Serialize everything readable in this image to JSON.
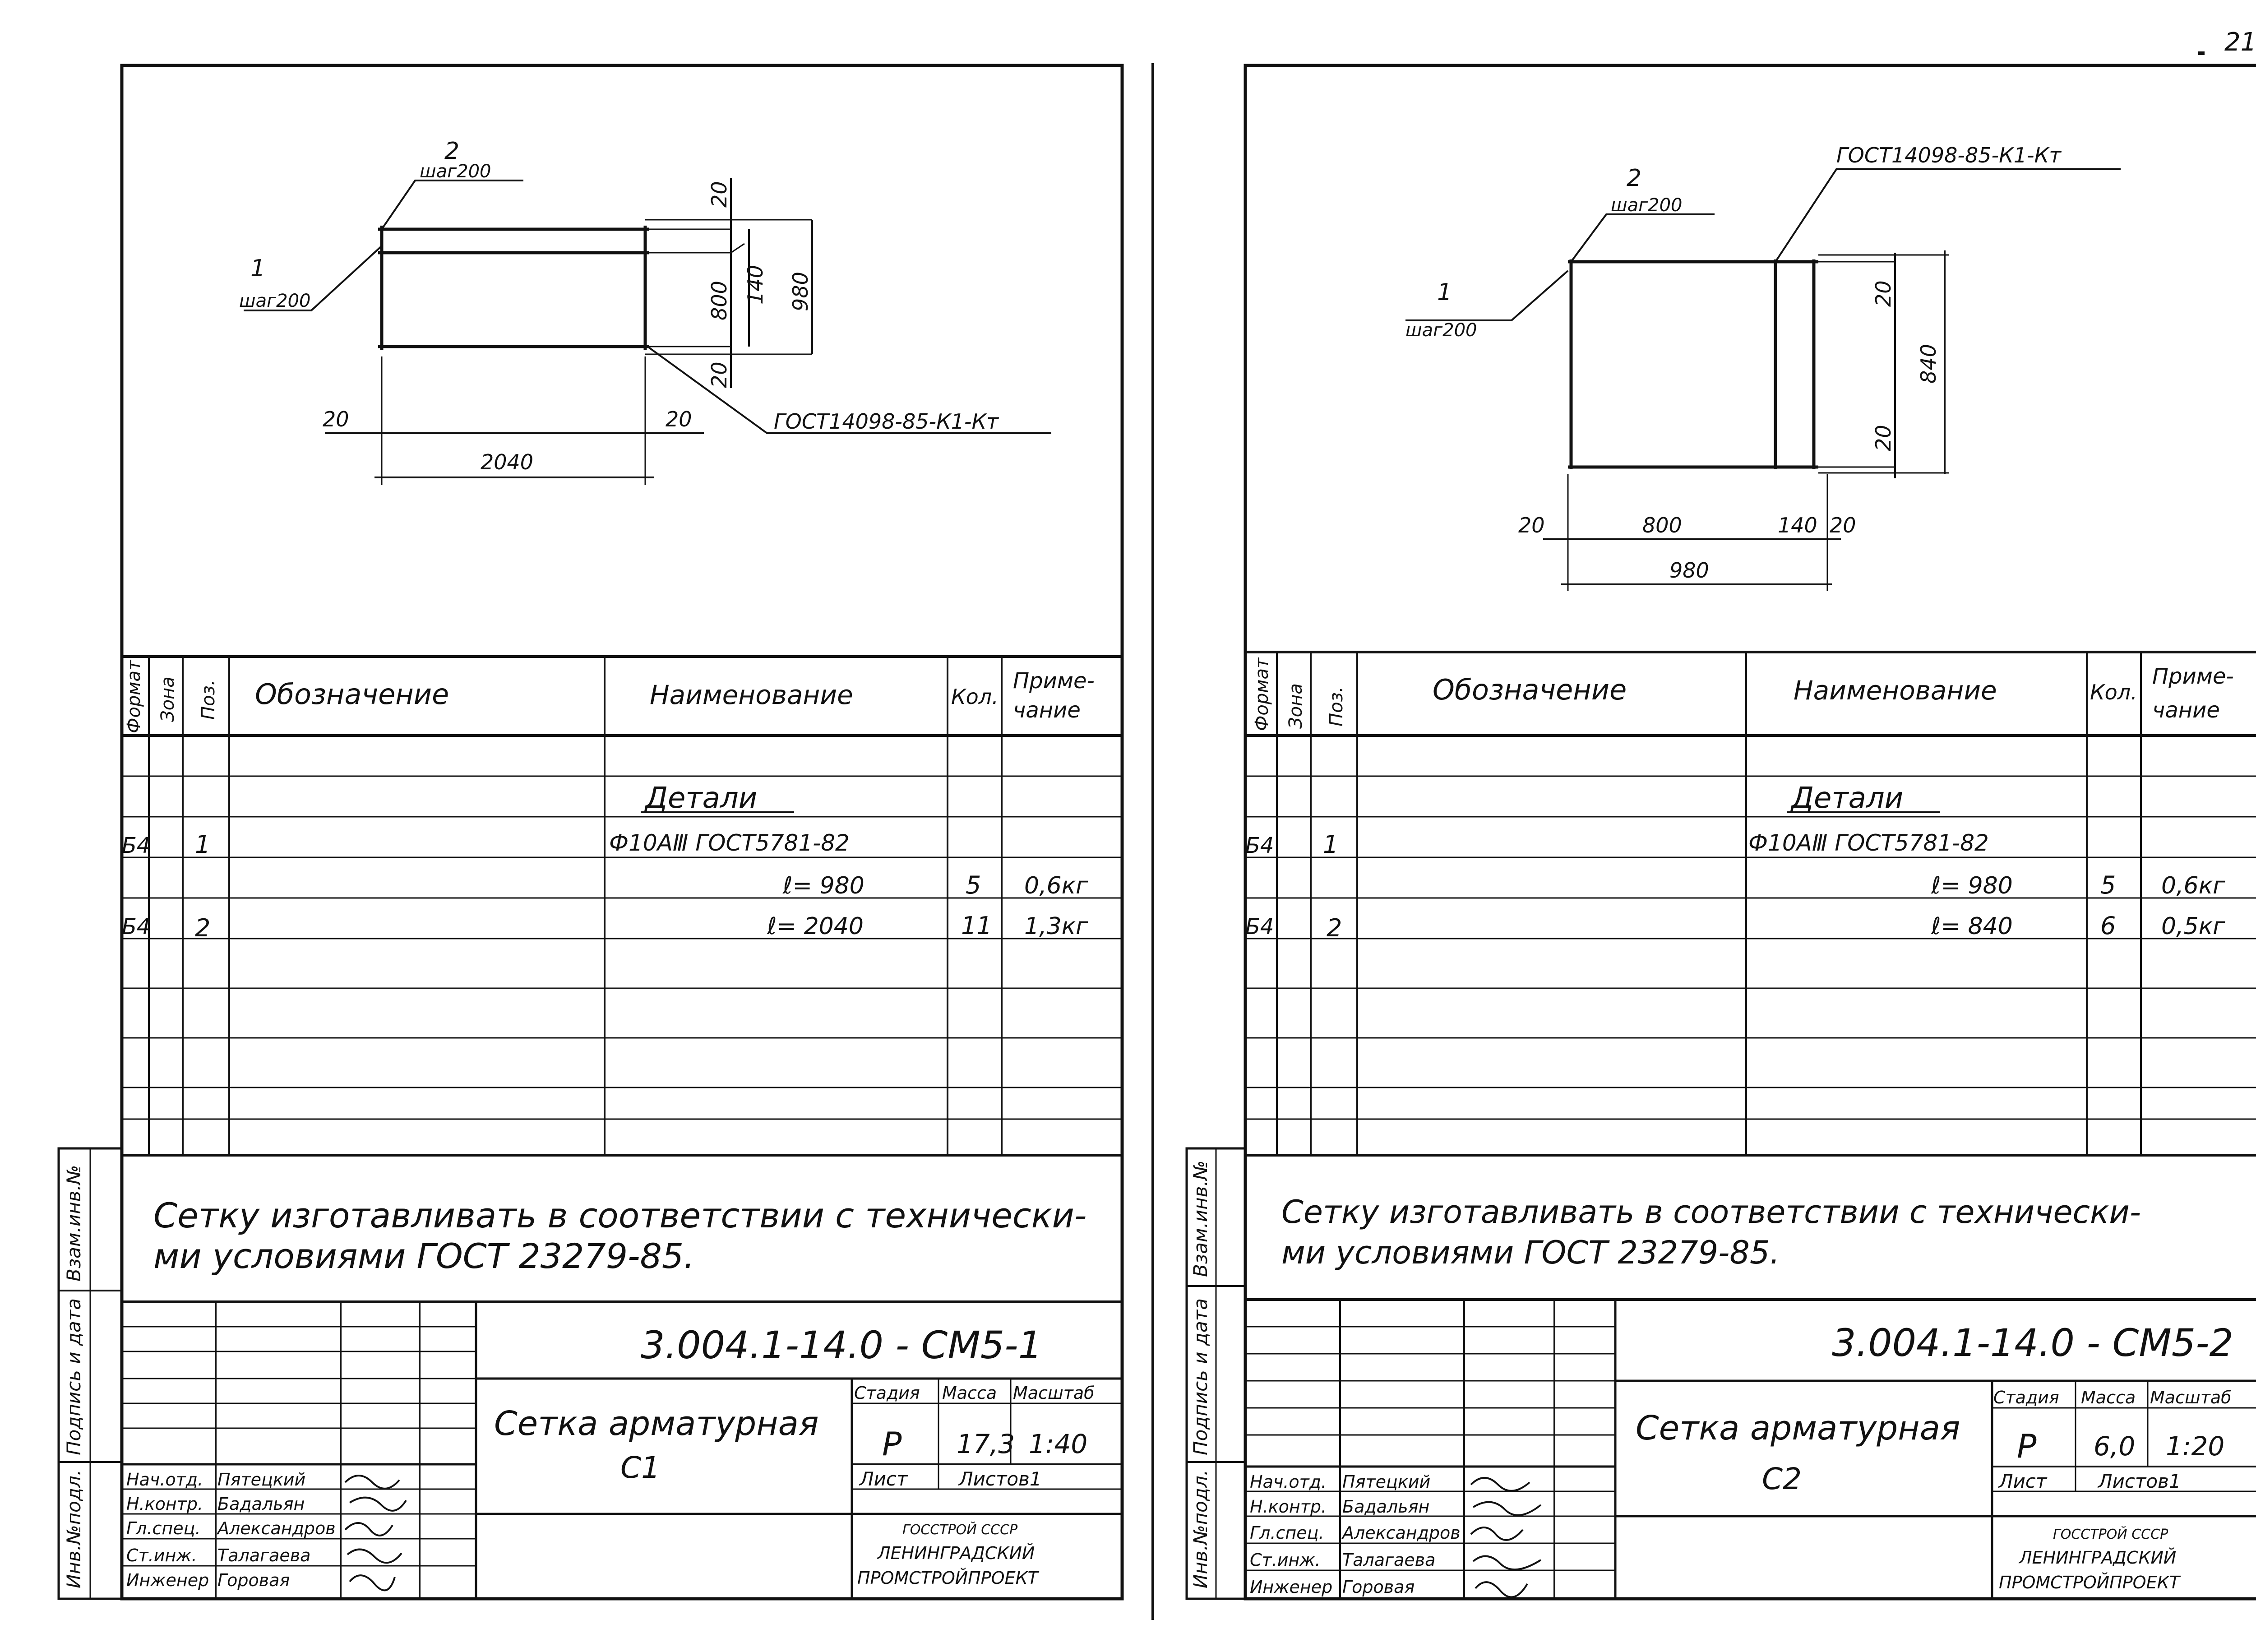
{
  "page_number": "21",
  "sheets": [
    {
      "id": "sheet-left",
      "drawing": {
        "pos1_label": "1",
        "pos1_step": "шаг200",
        "pos2_label": "2",
        "pos2_step": "шаг200",
        "gost_weld": "ГОСТ14098-85-К1-Кт",
        "dim_20_top": "20",
        "dim_800": "800",
        "dim_140": "140",
        "dim_980": "980",
        "dim_20_mid": "20",
        "dim_20_left": "20",
        "dim_20_right": "20",
        "dim_2040": "2040"
      },
      "spec": {
        "headers": {
          "format": "Формат",
          "zone": "Зона",
          "pos": "Поз.",
          "designation": "Обозначение",
          "name": "Наименование",
          "qty": "Кол.",
          "note_line1": "Приме-",
          "note_line2": "чание"
        },
        "section_title": "Детали",
        "rows": [
          {
            "format": "Б4",
            "pos": "1",
            "name": "Ф10АⅢ ГОСТ5781-82",
            "qty": "",
            "note": ""
          },
          {
            "format": "",
            "pos": "",
            "name": "ℓ= 980",
            "qty": "5",
            "note": "0,6кг"
          },
          {
            "format": "Б4",
            "pos": "2",
            "name": "ℓ= 2040",
            "qty": "11",
            "note": "1,3кг"
          }
        ]
      },
      "note_line1": "Сетку  изготавливать  в  соответствии  с  технически-",
      "note_line2": "ми    условиями     ГОСТ 23279-85.",
      "side_labels": {
        "inv_podl": "Инв.№подл.",
        "podpis_data": "Подпись и дата",
        "vzam_inv": "Взам.инв.№"
      },
      "title_block": {
        "code": "3.004.1-14.0 - СМ5-1",
        "title_line1": "Сетка  арматурная",
        "title_line2": "С1",
        "stage_label": "Стадия",
        "mass_label": "Масса",
        "scale_label": "Масштаб",
        "stage": "Р",
        "mass": "17,3",
        "scale": "1:40",
        "sheet_label": "Лист",
        "sheets_label": "Листов1",
        "org_line1": "ГОССТРОЙ СССР",
        "org_line2": "ЛЕНИНГРАДСКИЙ",
        "org_line3": "ПРОМСТРОЙПРОЕКТ",
        "signatures": [
          {
            "role": "Нач.отд.",
            "name": "Пятецкий"
          },
          {
            "role": "Н.контр.",
            "name": "Бадальян"
          },
          {
            "role": "Гл.спец.",
            "name": "Александров"
          },
          {
            "role": "Ст.инж.",
            "name": "Талагаева"
          },
          {
            "role": "Инженер",
            "name": "Горовая"
          }
        ]
      }
    },
    {
      "id": "sheet-right",
      "drawing": {
        "pos1_label": "1",
        "pos1_step": "шаг200",
        "pos2_label": "2",
        "pos2_step": "шаг200",
        "gost_weld": "ГОСТ14098-85-К1-Кт",
        "dim_20_top": "20",
        "dim_840": "840",
        "dim_20_bottom": "20",
        "dim_20_left": "20",
        "dim_800": "800",
        "dim_140": "140",
        "dim_20_right": "20",
        "dim_980": "980"
      },
      "spec": {
        "headers": {
          "format": "Формат",
          "zone": "Зона",
          "pos": "Поз.",
          "designation": "Обозначение",
          "name": "Наименование",
          "qty": "Кол.",
          "note_line1": "Приме-",
          "note_line2": "чание"
        },
        "section_title": "Детали",
        "rows": [
          {
            "format": "Б4",
            "pos": "1",
            "name": "Ф10АⅢ ГОСТ5781-82",
            "qty": "",
            "note": ""
          },
          {
            "format": "",
            "pos": "",
            "name": "ℓ= 980",
            "qty": "5",
            "note": "0,6кг"
          },
          {
            "format": "Б4",
            "pos": "2",
            "name": "ℓ= 840",
            "qty": "6",
            "note": "0,5кг"
          }
        ]
      },
      "note_line1": "Сетку  изготавливать  в  соответствии  с  технически-",
      "note_line2": "ми    условиями     ГОСТ 23279-85.",
      "side_labels": {
        "inv_podl": "Инв.№подл.",
        "podpis_data": "Подпись и дата",
        "vzam_inv": "Взам.инв.№"
      },
      "title_block": {
        "code": "3.004.1-14.0 - СМ5-2",
        "title_line1": "Сетка  арматурная",
        "title_line2": "С2",
        "stage_label": "Стадия",
        "mass_label": "Масса",
        "scale_label": "Масштаб",
        "stage": "Р",
        "mass": "6,0",
        "scale": "1:20",
        "sheet_label": "Лист",
        "sheets_label": "Листов1",
        "org_line1": "ГОССТРОЙ СССР",
        "org_line2": "ЛЕНИНГРАДСКИЙ",
        "org_line3": "ПРОМСТРОЙПРОЕКТ",
        "signatures": [
          {
            "role": "Нач.отд.",
            "name": "Пятецкий"
          },
          {
            "role": "Н.контр.",
            "name": "Бадальян"
          },
          {
            "role": "Гл.спец.",
            "name": "Александров"
          },
          {
            "role": "Ст.инж.",
            "name": "Талагаева"
          },
          {
            "role": "Инженер",
            "name": "Горовая"
          }
        ]
      }
    }
  ]
}
